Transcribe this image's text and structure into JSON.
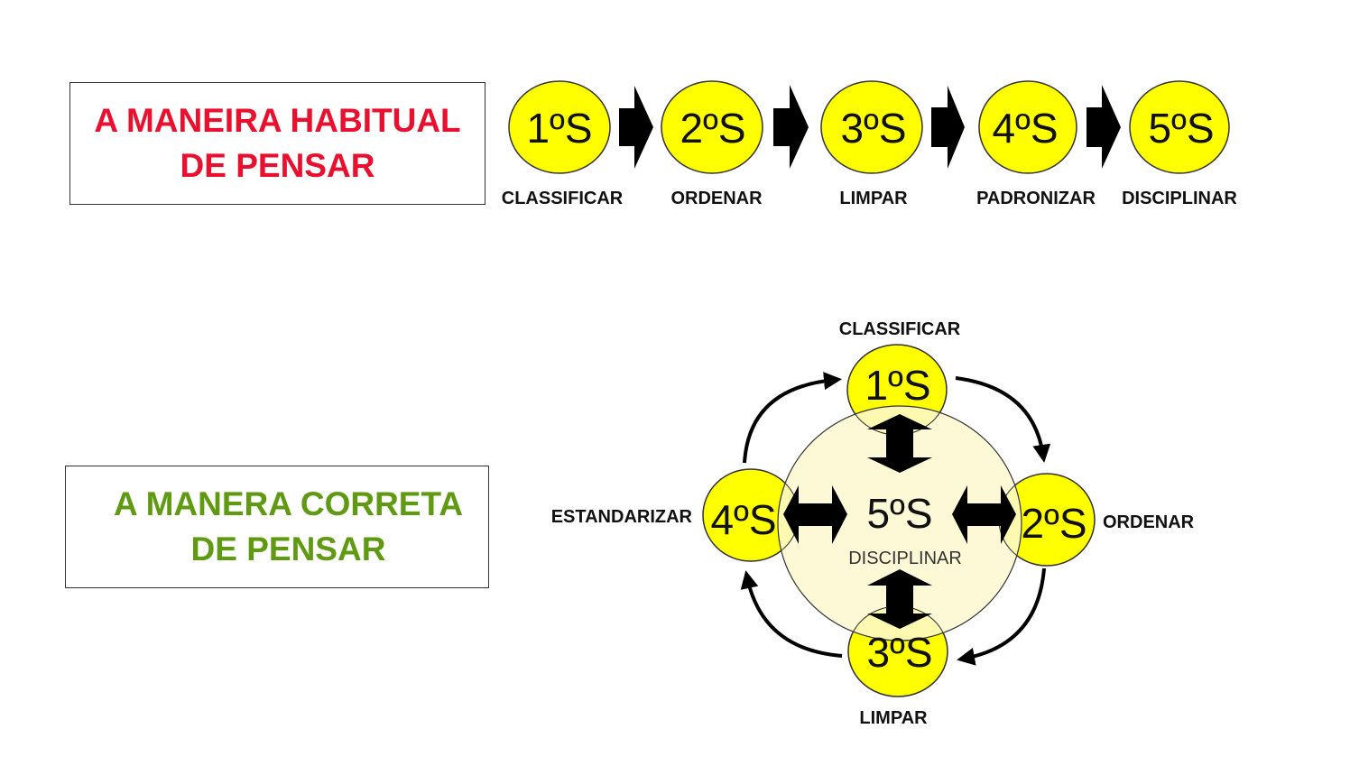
{
  "habitual": {
    "title_line1": "A MANEIRA HABITUAL",
    "title_line2": "DE PENSAR",
    "title_color": "#e8102e",
    "steps": [
      {
        "badge": "1ºS",
        "label": "CLASSIFICAR"
      },
      {
        "badge": "2ºS",
        "label": "ORDENAR"
      },
      {
        "badge": "3ºS",
        "label": "LIMPAR"
      },
      {
        "badge": "4ºS",
        "label": "PADRONIZAR"
      },
      {
        "badge": "5ºS",
        "label": "DISCIPLINAR"
      }
    ],
    "arrow_icon": "right-arrow-icon"
  },
  "correta": {
    "title_line1": "A MANERA CORRETA",
    "title_line2": "DE PENSAR",
    "title_color": "#5f9a12",
    "center": {
      "badge": "5ºS",
      "label": "DISCIPLINAR",
      "fill": "#fdf8cf"
    },
    "nodes": [
      {
        "position": "top",
        "badge": "1ºS",
        "label": "CLASSIFICAR"
      },
      {
        "position": "right",
        "badge": "2ºS",
        "label": "ORDENAR"
      },
      {
        "position": "bottom",
        "badge": "3ºS",
        "label": "LIMPAR"
      },
      {
        "position": "left",
        "badge": "4ºS",
        "label": "ESTANDARIZAR"
      }
    ],
    "cycle_direction": "clockwise"
  },
  "colors": {
    "node_fill": "#ffff00",
    "node_stroke": "#333333",
    "arrow": "#000000"
  }
}
